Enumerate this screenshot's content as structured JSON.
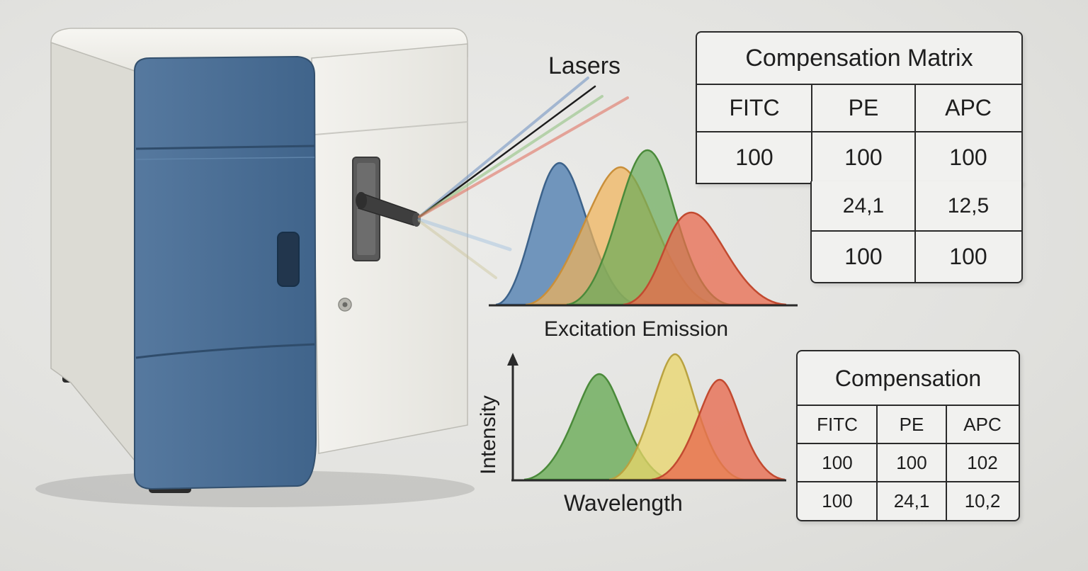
{
  "labels": {
    "lasers": "Lasers",
    "excitation_emission": "Excitation Emission",
    "intensity": "Intensity",
    "wavelength": "Wavelength"
  },
  "matrix1": {
    "title": "Compensation Matrix",
    "headers": [
      "FITC",
      "PE",
      "APC"
    ],
    "row1": [
      "100",
      "100",
      "100"
    ],
    "row2": [
      "24,1",
      "12,5"
    ],
    "row3": [
      "100",
      "100"
    ]
  },
  "matrix2": {
    "title": "Compensation",
    "headers": [
      "FITC",
      "PE",
      "APC"
    ],
    "row1": [
      "100",
      "100",
      "102"
    ],
    "row2": [
      "100",
      "24,1",
      "10,2"
    ]
  },
  "colors": {
    "instrument_blue": "#4a6f96",
    "instrument_body": "#ecece6",
    "spectrum_blue": "#5b86b4",
    "spectrum_orange": "#f0b35a",
    "spectrum_green": "#6aab58",
    "spectrum_red": "#e86a4e",
    "spectrum_yellow": "#ead56a"
  }
}
